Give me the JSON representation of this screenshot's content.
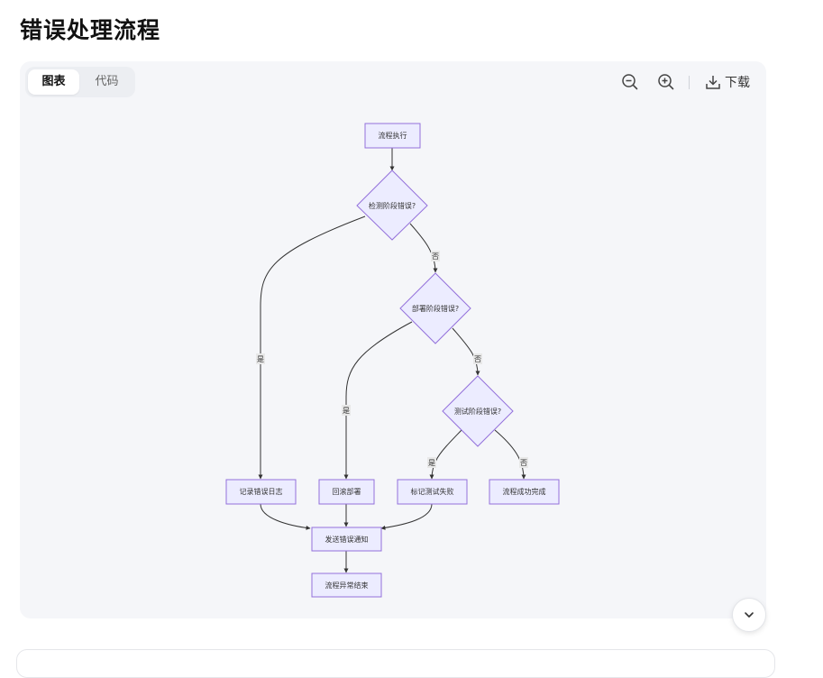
{
  "page": {
    "title": "错误处理流程"
  },
  "tabs": {
    "chart": "图表",
    "code": "代码"
  },
  "toolbar": {
    "download": "下载",
    "zoom_out_icon": "zoom-out-icon",
    "zoom_in_icon": "zoom-in-icon",
    "download_icon": "download-icon"
  },
  "diagram": {
    "nodes": {
      "start": "流程执行",
      "detect": "检测阶段错误?",
      "deploy": "部署阶段错误?",
      "test": "测试阶段错误?",
      "log": "记录错误日志",
      "rollback": "回滚部署",
      "mark": "标记测试失败",
      "success": "流程成功完成",
      "notify": "发送错误通知",
      "end": "流程异常结束"
    },
    "edges": {
      "detect_no": "否",
      "detect_yes": "是",
      "deploy_no": "否",
      "deploy_yes": "是",
      "test_yes": "是",
      "test_no": "否"
    }
  },
  "colors": {
    "node_fill": "#ECECFF",
    "node_stroke": "#9370DB",
    "edge": "#333333",
    "label_bg": "#E8E8E8"
  }
}
